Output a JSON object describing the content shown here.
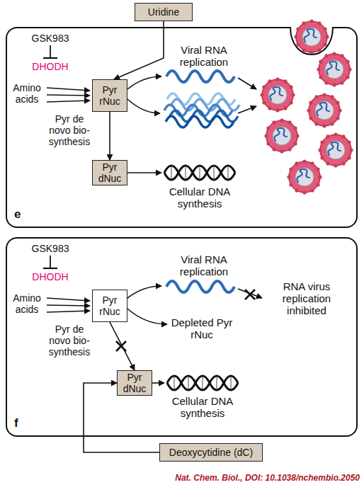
{
  "diagram": {
    "nodes": [
      {
        "text": [
          "Uridine"
        ]
      },
      {
        "text": [
          "e"
        ]
      },
      {
        "text": [
          "Pyr rNuc"
        ],
        "in": 1
      },
      {
        "text": [
          "Pyr dNuc"
        ],
        "in": 1
      },
      {
        "text": [
          "f"
        ]
      },
      {
        "text": [
          "Pyr rNuc"
        ],
        "in": 4
      },
      {
        "text": [
          "Pyr dNuc"
        ],
        "in": 4
      },
      {
        "text": [
          "Deoxycytidine (dC)"
        ]
      }
    ],
    "edges": [
      {
        "from": 0,
        "to": 2,
        "arrow": "to"
      },
      {
        "from": 2,
        "to": 3,
        "arrow": "to"
      },
      {
        "from": 5,
        "to": 6,
        "arrow": "to"
      },
      {
        "from": 7,
        "to": 6,
        "arrow": "to"
      }
    ],
    "labels": [
      "GSK983",
      "DHODH",
      "Amino acids",
      "Pyr de novo bio- synthesis",
      "Viral RNA replication",
      "Cellular DNA synthesis",
      "GSK983",
      "DHODH",
      "Amino acids",
      "Pyr de novo bio- synthesis",
      "Viral RNA replication",
      "RNA virus replication inhibited",
      "Depleted Pyr rNuc",
      "Cellular DNA synthesis",
      "Nat. Chem. Biol., DOI: 10.1038/nchembio.2050"
    ]
  }
}
